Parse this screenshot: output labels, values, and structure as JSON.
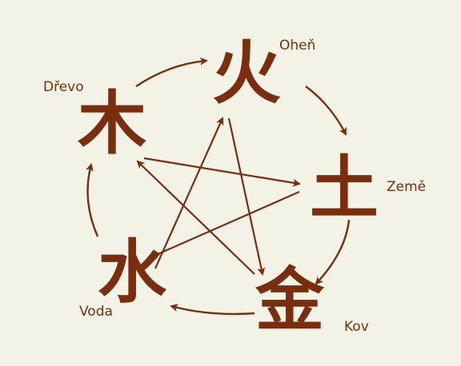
{
  "colors": {
    "ink": "#7a2e0e",
    "background": "#f2f2e6"
  },
  "elements": [
    {
      "id": "fire",
      "glyph": "火",
      "label": "Oheň"
    },
    {
      "id": "earth",
      "glyph": "土",
      "label": "Země"
    },
    {
      "id": "metal",
      "glyph": "金",
      "label": "Kov"
    },
    {
      "id": "water",
      "glyph": "水",
      "label": "Voda"
    },
    {
      "id": "wood",
      "glyph": "木",
      "label": "Dřevo"
    }
  ],
  "generating_cycle": [
    [
      "wood",
      "fire"
    ],
    [
      "fire",
      "earth"
    ],
    [
      "earth",
      "metal"
    ],
    [
      "metal",
      "water"
    ],
    [
      "water",
      "wood"
    ]
  ],
  "controlling_cycle": [
    [
      "fire",
      "metal"
    ],
    [
      "metal",
      "wood"
    ],
    [
      "wood",
      "earth"
    ],
    [
      "earth",
      "water"
    ],
    [
      "water",
      "fire"
    ]
  ]
}
